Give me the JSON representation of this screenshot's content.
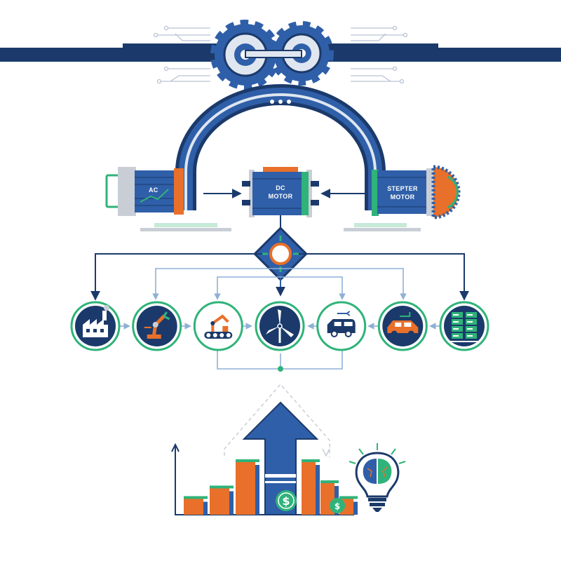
{
  "colors": {
    "navy": "#1b3a6b",
    "blue": "#2f5fa8",
    "light_blue": "#8fb0d6",
    "orange": "#e8702a",
    "green": "#2fb37a",
    "grey": "#c9ced6"
  },
  "motors": [
    {
      "label_lines": [
        "AC"
      ]
    },
    {
      "label_lines": [
        "DC",
        "MOTOR"
      ]
    },
    {
      "label_lines": [
        "STEPTER",
        "MOTOR"
      ]
    }
  ],
  "applications": [
    {
      "icon": "factory-icon"
    },
    {
      "icon": "robot-arm-icon"
    },
    {
      "icon": "conveyor-robot-icon"
    },
    {
      "icon": "wind-turbine-icon"
    },
    {
      "icon": "electric-van-icon"
    },
    {
      "icon": "electric-car-icon"
    },
    {
      "icon": "server-rack-icon"
    }
  ],
  "chart_data": {
    "type": "bar",
    "series": [
      {
        "values": [
          3,
          5,
          10
        ],
        "color": "#e8702a"
      },
      {
        "values": [
          10,
          6,
          3
        ],
        "color": "#e8702a"
      }
    ],
    "ylim": [
      0,
      12
    ]
  },
  "extras": {
    "dollar_symbol": "$",
    "idea_icon": "brain-lightbulb-icon"
  }
}
